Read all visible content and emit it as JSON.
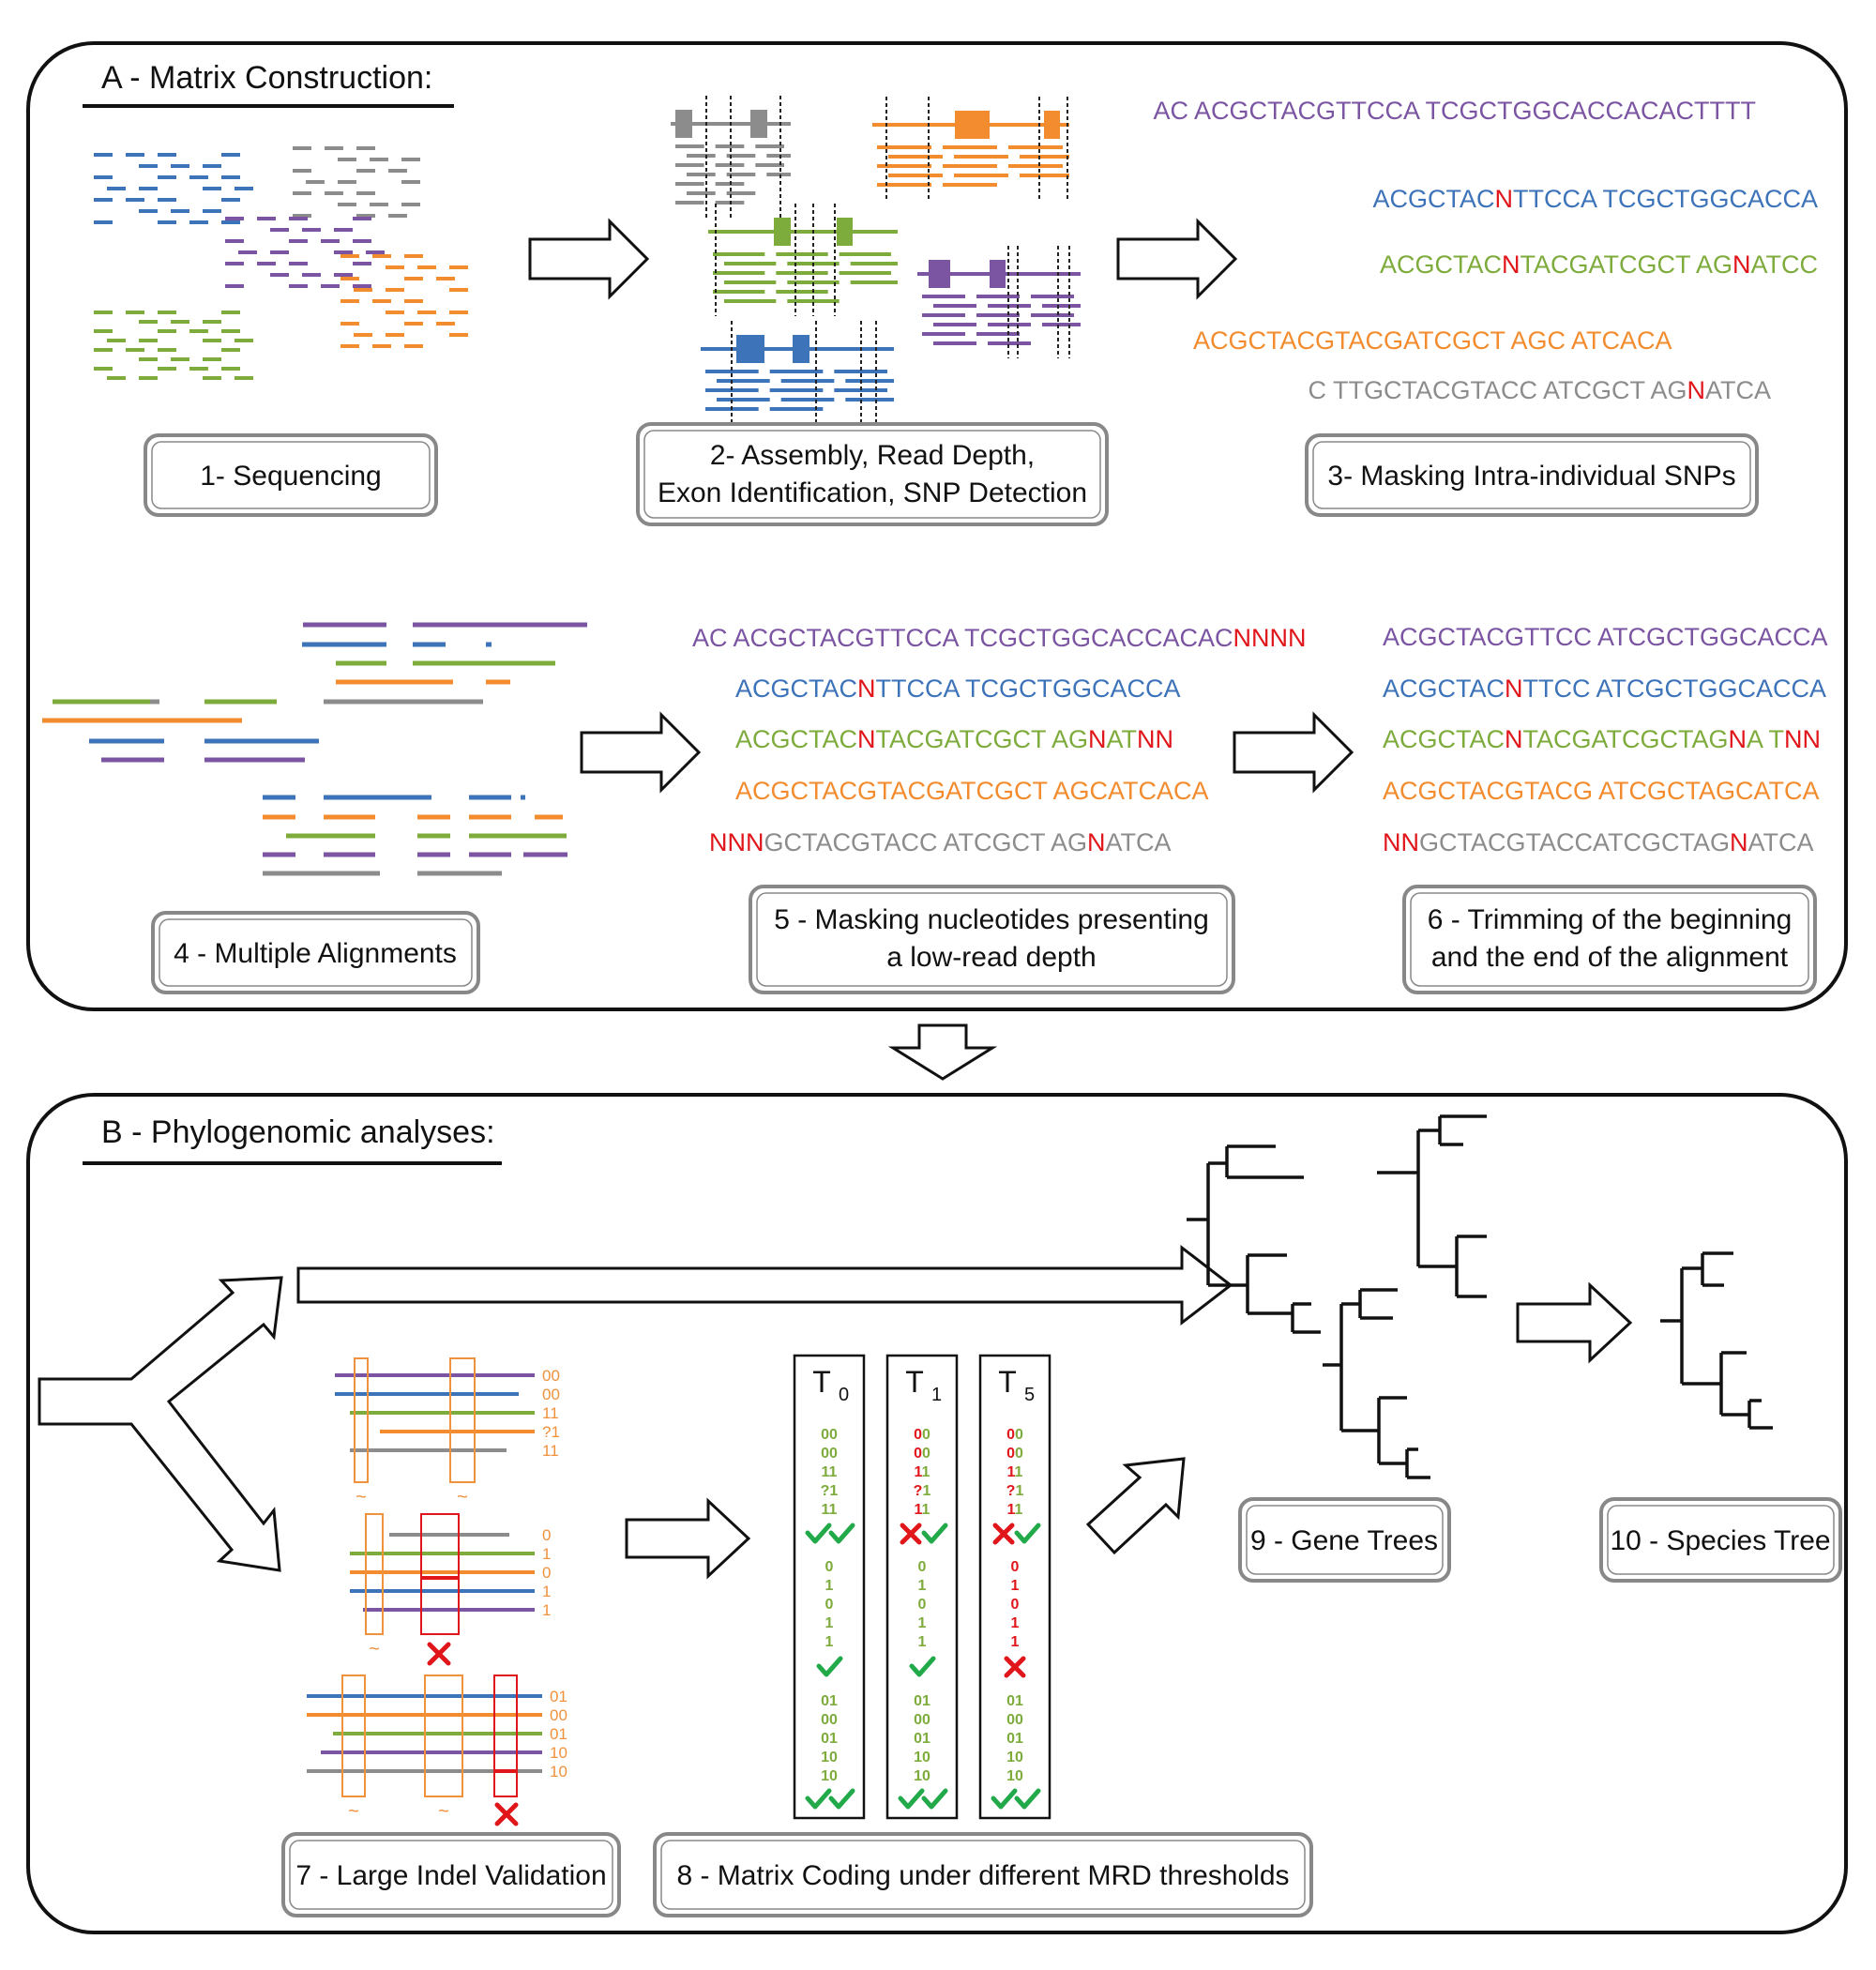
{
  "colors": {
    "purple": "#7b54a2",
    "blue": "#3d73b9",
    "green": "#7dab3c",
    "orange": "#f28c2e",
    "gray": "#8c8c8c",
    "red": "#e0161b",
    "check": "#22a94a"
  },
  "panelA": {
    "title": "A - Matrix Construction:",
    "steps": {
      "s1": "1- Sequencing",
      "s2_line1": "2- Assembly, Read Depth,",
      "s2_line2": "Exon Identification, SNP Detection",
      "s3": "3- Masking Intra-individual SNPs",
      "s4": "4 - Multiple Alignments",
      "s5_line1": "5 - Masking nucleotides presenting",
      "s5_line2": "a low-read depth",
      "s6_line1": "6 - Trimming of the beginning",
      "s6_line2": "and the end of the alignment"
    },
    "seq3": [
      {
        "color": "purple",
        "parts": [
          [
            "AC ACGCTACGTTCCA TCGCTGGCACCACACTTTT",
            "n"
          ]
        ]
      },
      {
        "color": "blue",
        "parts": [
          [
            "ACGCTAC",
            "n"
          ],
          [
            "N",
            "r"
          ],
          [
            "TTCCA TCGCTGGCACCA",
            "n"
          ]
        ]
      },
      {
        "color": "green",
        "parts": [
          [
            "ACGCTAC",
            "n"
          ],
          [
            "N",
            "r"
          ],
          [
            "TACGATCGCT AG",
            "n"
          ],
          [
            "N",
            "r"
          ],
          [
            "ATCC",
            "n"
          ]
        ]
      },
      {
        "color": "orange",
        "parts": [
          [
            "ACGCTACGTACGATCGCT AGC ATCACA",
            "n"
          ]
        ]
      },
      {
        "color": "gray",
        "parts": [
          [
            "C TTGCTACGTACC ATCGCT AG",
            "n"
          ],
          [
            "N",
            "r"
          ],
          [
            "ATCA",
            "n"
          ]
        ]
      }
    ],
    "seq5": [
      {
        "color": "purple",
        "parts": [
          [
            "AC ACGCTACGTTCCA TCGCTGGCACCACAC",
            "n"
          ],
          [
            "NNNN",
            "r"
          ]
        ]
      },
      {
        "color": "blue",
        "parts": [
          [
            "ACGCTAC",
            "n"
          ],
          [
            "N",
            "r"
          ],
          [
            "TTCCA TCGCTGGCACCA",
            "n"
          ]
        ]
      },
      {
        "color": "green",
        "parts": [
          [
            "ACGCTAC",
            "n"
          ],
          [
            "N",
            "r"
          ],
          [
            "TACGATCGCT AG",
            "n"
          ],
          [
            "N",
            "r"
          ],
          [
            "AT",
            "n"
          ],
          [
            "NN",
            "r"
          ]
        ]
      },
      {
        "color": "orange",
        "parts": [
          [
            "ACGCTACGTACGATCGCT AGCATCACA",
            "n"
          ]
        ]
      },
      {
        "color": "gray",
        "parts": [
          [
            "NNN",
            "r"
          ],
          [
            "GCTACGTACC ATCGCT AG",
            "n"
          ],
          [
            "N",
            "r"
          ],
          [
            "ATCA",
            "n"
          ]
        ]
      }
    ],
    "seq6": [
      {
        "color": "purple",
        "parts": [
          [
            "ACGCTACGTTCC ATCGCTGGCACCA",
            "n"
          ]
        ]
      },
      {
        "color": "blue",
        "parts": [
          [
            "ACGCTAC",
            "n"
          ],
          [
            "N",
            "r"
          ],
          [
            "TTCC ATCGCTGGCACCA",
            "n"
          ]
        ]
      },
      {
        "color": "green",
        "parts": [
          [
            "ACGCTAC",
            "n"
          ],
          [
            "N",
            "r"
          ],
          [
            "TACGATCGCTAG",
            "n"
          ],
          [
            "N",
            "r"
          ],
          [
            "A T",
            "n"
          ],
          [
            "NN",
            "r"
          ]
        ]
      },
      {
        "color": "orange",
        "parts": [
          [
            "ACGCTACGTACG ATCGCTAGCATCA",
            "n"
          ]
        ]
      },
      {
        "color": "gray",
        "parts": [
          [
            "NN",
            "r"
          ],
          [
            "GCTACGTACCATCGCTAG",
            "n"
          ],
          [
            "N",
            "r"
          ],
          [
            "ATCA",
            "n"
          ]
        ]
      }
    ]
  },
  "panelB": {
    "title": "B - Phylogenomic analyses:",
    "steps": {
      "s7": "7 - Large Indel Validation",
      "s8": "8 - Matrix Coding under different MRD thresholds",
      "s9": "9 - Gene Trees",
      "s10": "10 - Species Tree"
    },
    "indel_groups": [
      {
        "codes": [
          "00",
          "00",
          "11",
          "?1",
          "11"
        ],
        "sym": "~"
      },
      {
        "codes": [
          "0",
          "1",
          "0",
          "1",
          "1"
        ],
        "sym": "~"
      },
      {
        "codes": [
          "01",
          "00",
          "01",
          "10",
          "10"
        ],
        "sym": "~"
      }
    ],
    "thresholds": [
      {
        "name": "T",
        "sub": "0",
        "g1": [
          "00",
          "00",
          "11",
          "?1",
          "11"
        ],
        "g1_red_first": false,
        "g1_marks": [
          "check",
          "check"
        ],
        "g2": [
          "0",
          "1",
          "0",
          "1",
          "1"
        ],
        "g2_red": false,
        "g2_marks": [
          "check"
        ],
        "g3": [
          "01",
          "00",
          "01",
          "10",
          "10"
        ],
        "g3_marks": [
          "check",
          "check"
        ]
      },
      {
        "name": "T",
        "sub": "1",
        "g1": [
          "00",
          "00",
          "11",
          "?1",
          "11"
        ],
        "g1_red_first": true,
        "g1_marks": [
          "cross",
          "check"
        ],
        "g2": [
          "0",
          "1",
          "0",
          "1",
          "1"
        ],
        "g2_red": false,
        "g2_marks": [
          "check"
        ],
        "g3": [
          "01",
          "00",
          "01",
          "10",
          "10"
        ],
        "g3_marks": [
          "check",
          "check"
        ]
      },
      {
        "name": "T",
        "sub": "5",
        "g1": [
          "00",
          "00",
          "11",
          "?1",
          "11"
        ],
        "g1_red_first": true,
        "g1_marks": [
          "cross",
          "check"
        ],
        "g2": [
          "0",
          "1",
          "0",
          "1",
          "1"
        ],
        "g2_red": true,
        "g2_marks": [
          "cross"
        ],
        "g3": [
          "01",
          "00",
          "01",
          "10",
          "10"
        ],
        "g3_marks": [
          "check",
          "check"
        ]
      }
    ]
  }
}
